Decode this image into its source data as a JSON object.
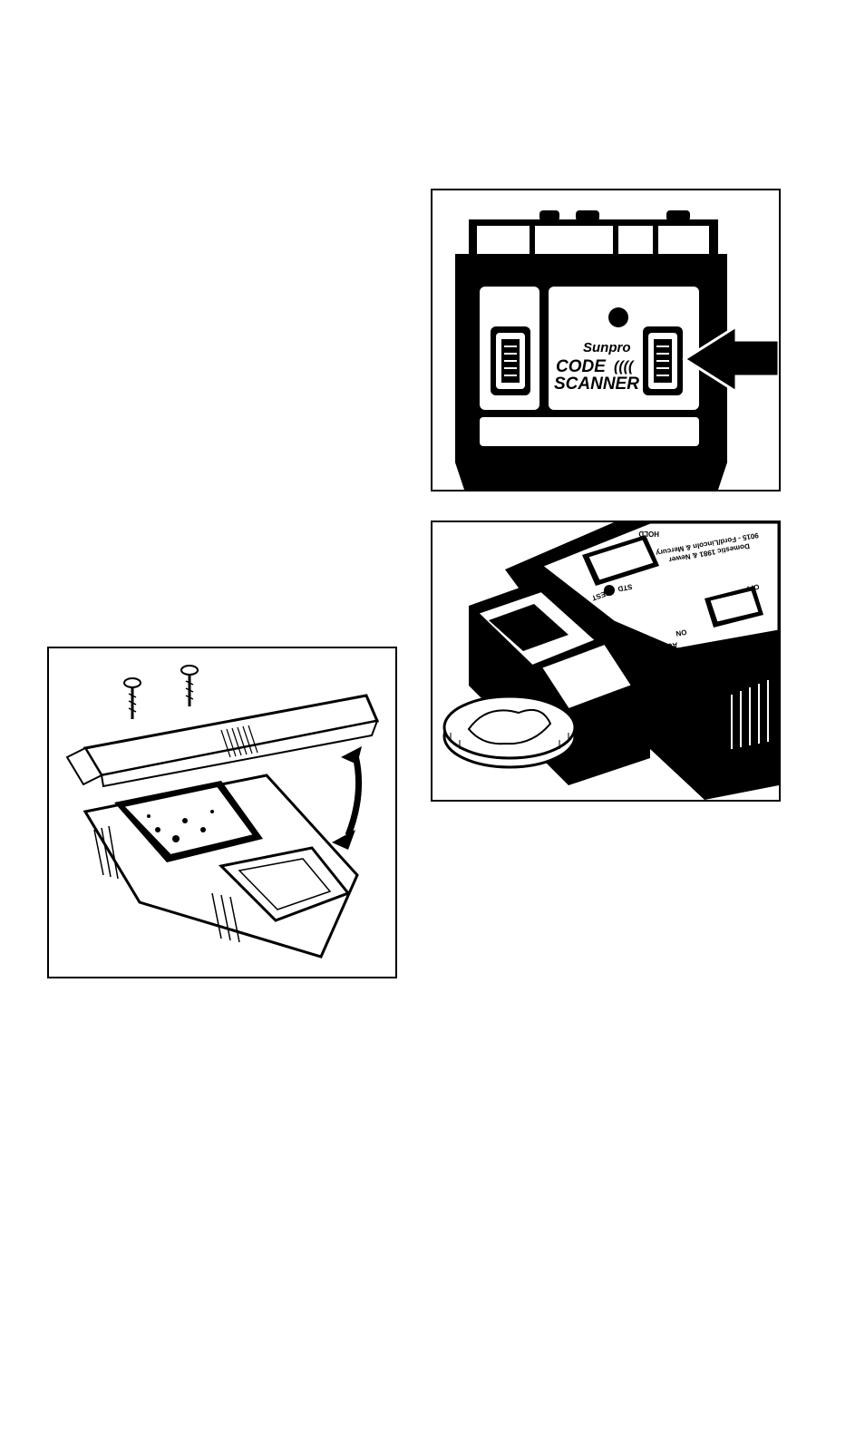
{
  "figures": {
    "front": {
      "brand": "Sunpro",
      "product_line1": "CODE",
      "product_line2": "SCANNER"
    },
    "connector": {
      "label_hold": "HOLD",
      "label_test": "TEST",
      "label_off": "OFF",
      "label_on": "ON",
      "label_audio": "AUDIO",
      "label_std": "STD",
      "model_line1": "9015 - Ford/Lincoln & Mercury",
      "model_line2": "Domestic 1981 & Newer"
    }
  },
  "colors": {
    "ink": "#000000",
    "paper": "#ffffff",
    "screen": "#ececec"
  }
}
